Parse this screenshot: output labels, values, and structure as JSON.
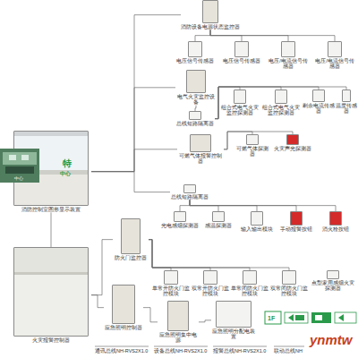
{
  "diagram": {
    "nodes": [
      {
        "text": [
          "消防设备电源状态监控器"
        ]
      },
      {
        "text": [
          "电压信号传感器"
        ]
      },
      {
        "text": [
          "电压信号传感器"
        ]
      },
      {
        "text": [
          "电压/电流信号传感器"
        ]
      },
      {
        "text": [
          "电压/电流信号传感器"
        ]
      },
      {
        "text": [
          "电气火灾监控设备"
        ]
      },
      {
        "text": [
          "总线短路隔离器"
        ]
      },
      {
        "text": [
          "组合式电气火灾监控探测器"
        ]
      },
      {
        "text": [
          "组合式电气火灾监控探测器"
        ]
      },
      {
        "text": [
          "剩余电流传感器"
        ]
      },
      {
        "text": [
          "温度传感器"
        ]
      },
      {
        "text": [
          "消防控制室图形显示装置"
        ]
      },
      {
        "text": [
          "可燃气体报警控制器"
        ]
      },
      {
        "text": [
          "可燃气体探测器"
        ]
      },
      {
        "text": [
          "火灾声光探测器"
        ]
      },
      {
        "text": [
          "总线短路隔离器"
        ]
      },
      {
        "text": [
          "光电感烟探测器"
        ]
      },
      {
        "text": [
          "感温探测器"
        ]
      },
      {
        "text": [
          "输入输出模块"
        ]
      },
      {
        "text": [
          "手动报警按钮"
        ]
      },
      {
        "text": [
          "消火栓按钮"
        ]
      },
      {
        "text": [
          "防火门监控器"
        ]
      },
      {
        "text": [
          "单常开防火门监控模块"
        ]
      },
      {
        "text": [
          "双常开防火门监控模块"
        ]
      },
      {
        "text": [
          "单常闭防火门监控模块"
        ]
      },
      {
        "text": [
          "双常闭防火门监控模块"
        ]
      },
      {
        "text": [
          "点型家用感烟火灾探测器"
        ]
      },
      {
        "text": [
          "火灾报警控制器"
        ]
      },
      {
        "text": [
          "应急照明控制器"
        ]
      },
      {
        "text": [
          "应急照明集中电源"
        ]
      },
      {
        "text": [
          "应急照明分配电装置"
        ]
      }
    ],
    "edges": [
      {
        "from": 11,
        "to": 0,
        "arrow": "none"
      },
      {
        "from": 11,
        "to": 5,
        "arrow": "none"
      },
      {
        "from": 11,
        "to": 12,
        "arrow": "none"
      },
      {
        "from": 11,
        "to": 15,
        "arrow": "none"
      },
      {
        "from": 11,
        "to": 27,
        "arrow": "none"
      },
      {
        "from": 0,
        "to": 1,
        "arrow": "none"
      },
      {
        "from": 0,
        "to": 2,
        "arrow": "none"
      },
      {
        "from": 0,
        "to": 3,
        "arrow": "none"
      },
      {
        "from": 0,
        "to": 4,
        "arrow": "none"
      },
      {
        "from": 5,
        "to": 6,
        "arrow": "none"
      },
      {
        "from": 6,
        "to": 7,
        "arrow": "none"
      },
      {
        "from": 6,
        "to": 8,
        "arrow": "none"
      },
      {
        "from": 6,
        "to": 9,
        "arrow": "none"
      },
      {
        "from": 6,
        "to": 10,
        "arrow": "none"
      },
      {
        "from": 12,
        "to": 13,
        "arrow": "none"
      },
      {
        "from": 12,
        "to": 14,
        "arrow": "none"
      },
      {
        "from": 15,
        "to": 16,
        "arrow": "none"
      },
      {
        "from": 15,
        "to": 17,
        "arrow": "none"
      },
      {
        "from": 15,
        "to": 18,
        "arrow": "none"
      },
      {
        "from": 15,
        "to": 19,
        "arrow": "none"
      },
      {
        "from": 15,
        "to": 20,
        "arrow": "none"
      },
      {
        "from": 27,
        "to": 21,
        "arrow": "none"
      },
      {
        "from": 21,
        "to": 22,
        "arrow": "none"
      },
      {
        "from": 21,
        "to": 23,
        "arrow": "none"
      },
      {
        "from": 21,
        "to": 24,
        "arrow": "none"
      },
      {
        "from": 21,
        "to": 25,
        "arrow": "none"
      },
      {
        "from": 27,
        "to": 28,
        "arrow": "none"
      },
      {
        "from": 28,
        "to": 29,
        "arrow": "none"
      },
      {
        "from": 29,
        "to": 30,
        "arrow": "none"
      }
    ],
    "labels": [
      "中心",
      "特",
      "中心",
      "1F",
      "通讯总线NH-RVS2X1.0",
      "设备总线NH-RVS2X1.0",
      "报警总线NH-RVS2X1.0",
      "联动总线NH",
      "ynmtw"
    ]
  }
}
